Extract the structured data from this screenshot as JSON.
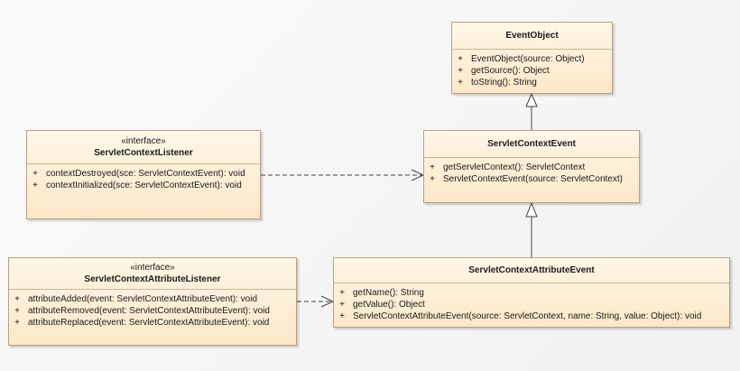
{
  "diagram": {
    "classes": {
      "event_object": {
        "name": "EventObject",
        "stereotype": "",
        "operations": [
          {
            "vis": "+",
            "sig": "EventObject(source: Object)"
          },
          {
            "vis": "+",
            "sig": "getSource(): Object"
          },
          {
            "vis": "+",
            "sig": "toString(): String"
          }
        ]
      },
      "servlet_context_event": {
        "name": "ServletContextEvent",
        "stereotype": "",
        "operations": [
          {
            "vis": "+",
            "sig": "getServletContext(): ServletContext"
          },
          {
            "vis": "+",
            "sig": "ServletContextEvent(source: ServletContext)"
          }
        ]
      },
      "servlet_context_listener": {
        "name": "ServletContextListener",
        "stereotype": "«interface»",
        "operations": [
          {
            "vis": "+",
            "sig": "contextDestroyed(sce: ServletContextEvent): void"
          },
          {
            "vis": "+",
            "sig": "contextInitialized(sce: ServletContextEvent): void"
          }
        ]
      },
      "servlet_context_attribute_event": {
        "name": "ServletContextAttributeEvent",
        "stereotype": "",
        "operations": [
          {
            "vis": "+",
            "sig": "getName(): String"
          },
          {
            "vis": "+",
            "sig": "getValue(): Object"
          },
          {
            "vis": "+",
            "sig": "ServletContextAttributeEvent(source: ServletContext, name: String, value: Object): void"
          }
        ]
      },
      "servlet_context_attribute_listener": {
        "name": "ServletContextAttributeListener",
        "stereotype": "«interface»",
        "operations": [
          {
            "vis": "+",
            "sig": "attributeAdded(event: ServletContextAttributeEvent): void"
          },
          {
            "vis": "+",
            "sig": "attributeRemoved(event: ServletContextAttributeEvent): void"
          },
          {
            "vis": "+",
            "sig": "attributeReplaced(event: ServletContextAttributeEvent): void"
          }
        ]
      }
    },
    "relations": [
      {
        "type": "generalization",
        "from": "servlet_context_event",
        "to": "event_object"
      },
      {
        "type": "generalization",
        "from": "servlet_context_attribute_event",
        "to": "servlet_context_event"
      },
      {
        "type": "dependency",
        "from": "servlet_context_listener",
        "to": "servlet_context_event"
      },
      {
        "type": "dependency",
        "from": "servlet_context_attribute_listener",
        "to": "servlet_context_attribute_event"
      }
    ],
    "colors": {
      "class_fill_top": "#fff6e6",
      "class_fill_bottom": "#fbe8c8",
      "class_border": "#b7a183",
      "edge": "#444444"
    }
  }
}
